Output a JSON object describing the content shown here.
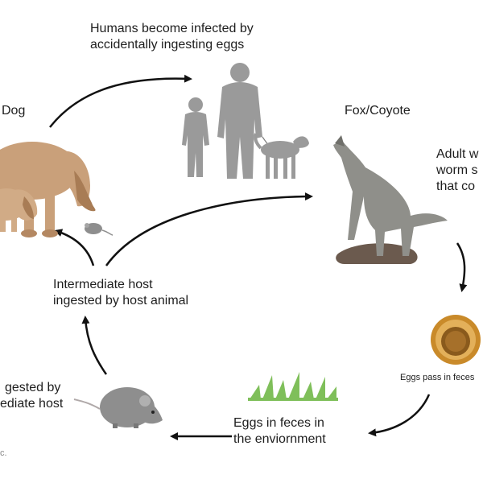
{
  "diagram": {
    "labels": {
      "dog": "Dog",
      "humans_line1": "Humans become infected by",
      "humans_line2": "accidentally ingesting eggs",
      "fox": "Fox/Coyote",
      "adult_line1": "Adult w",
      "adult_line2": "worm s",
      "adult_line3": "that co",
      "eggs_pass": "Eggs pass in feces",
      "eggs_env_line1": "Eggs in feces in",
      "eggs_env_line2": "the enviornment",
      "ingested_line1": "gested by",
      "ingested_line2": "ediate host",
      "intermediate_line1": "Intermediate host",
      "intermediate_line2": "ingested by host animal",
      "credit": "c."
    },
    "colors": {
      "dog": "#c9a07a",
      "dog_dark": "#a87c55",
      "human": "#9a9a9a",
      "human_shadow": "#7d7d7d",
      "wolf": "#8f8f8a",
      "wolf_dark": "#6f6f6a",
      "rock": "#6b5a4e",
      "egg_outer": "#c98a2a",
      "egg_inner": "#8a5a1c",
      "grass": "#7fbf5a",
      "mouse": "#8e8e8e",
      "arrow": "#111111"
    }
  }
}
